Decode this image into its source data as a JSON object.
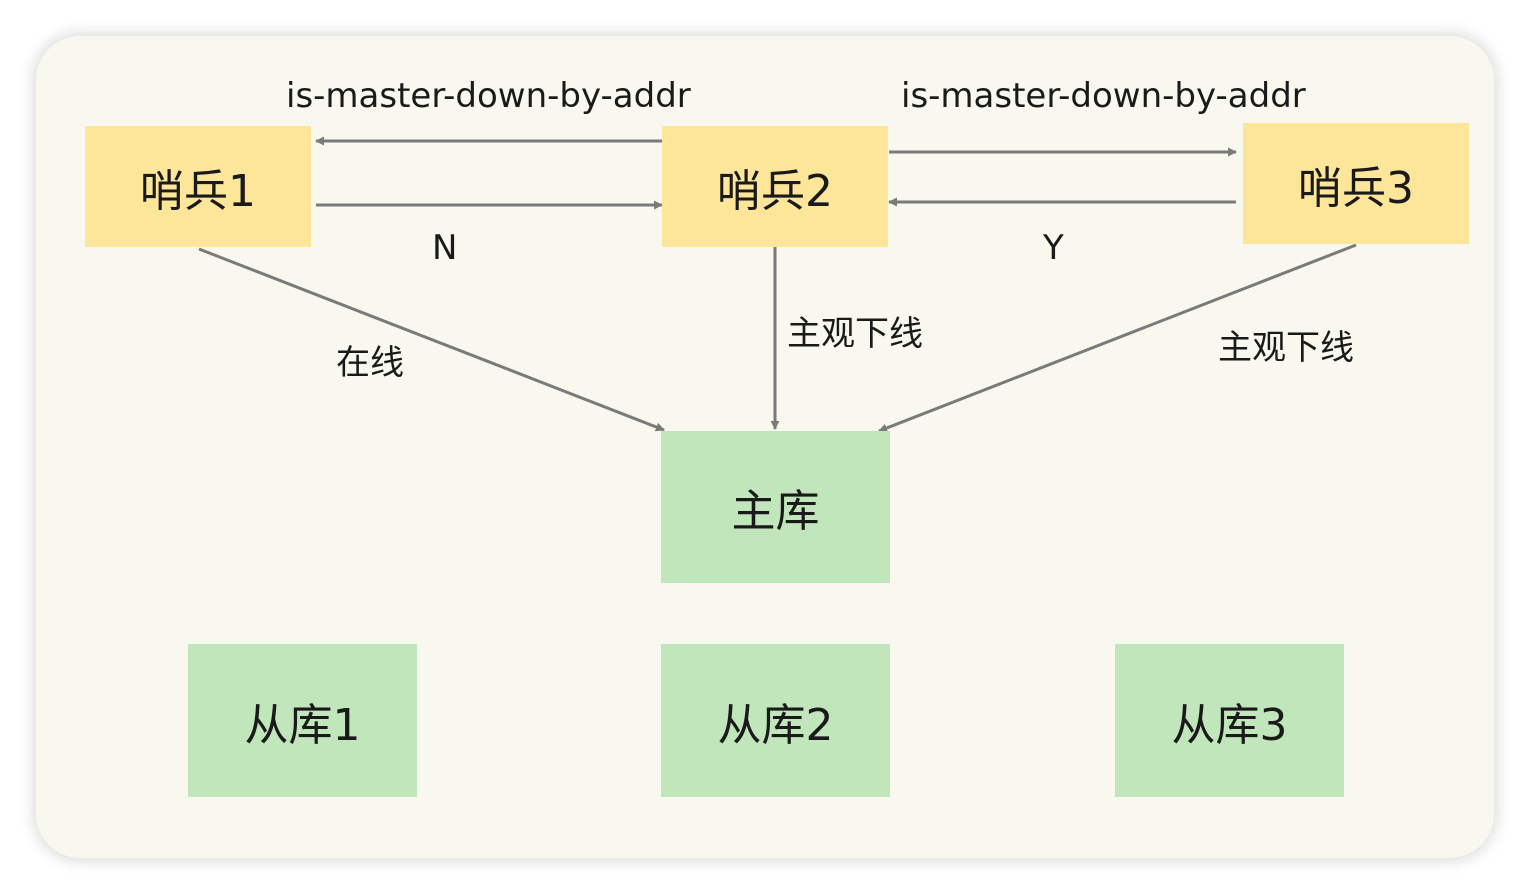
{
  "nodes": {
    "sentinel1": "哨兵1",
    "sentinel2": "哨兵2",
    "sentinel3": "哨兵3",
    "master": "主库",
    "replica1": "从库1",
    "replica2": "从库2",
    "replica3": "从库3"
  },
  "edge_labels": {
    "cmd_left": "is-master-down-by-addr",
    "cmd_right": "is-master-down-by-addr",
    "reply_left": "N",
    "reply_right": "Y",
    "s1_to_master": "在线",
    "s2_to_master": "主观下线",
    "s3_to_master": "主观下线"
  },
  "colors": {
    "sentinel_fill": "#fde59a",
    "db_fill": "#c2e6bb",
    "arrow": "#7a7a7a",
    "background": "#f8f8ee"
  }
}
